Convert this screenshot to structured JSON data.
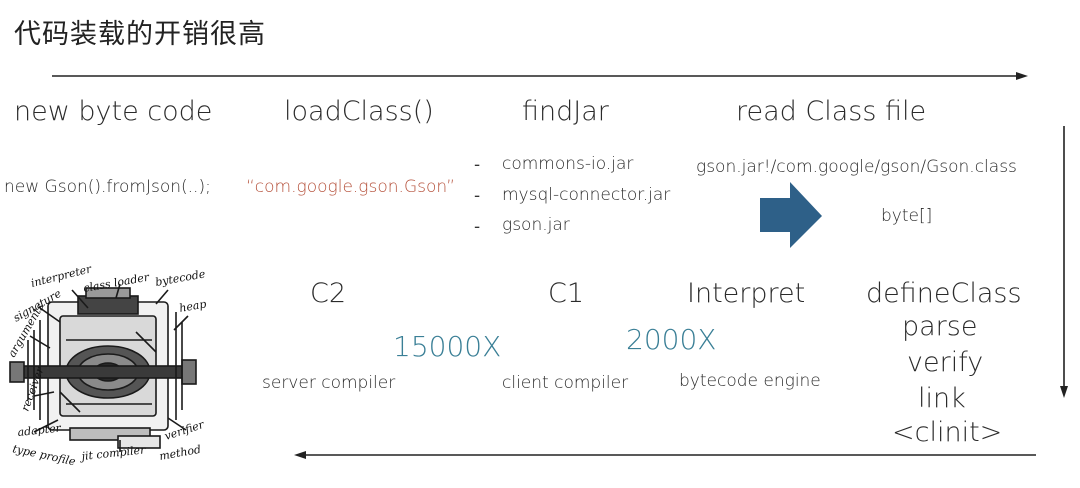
{
  "title": "代码装载的开销很高",
  "stages_top": {
    "new_byte_code": "new byte code",
    "load_class": "loadClass()",
    "find_jar": "findJar",
    "read_class_file": "read Class file"
  },
  "details_top": {
    "new_gson": "new Gson().fromJson(..);",
    "class_name": "“com.google.gson.Gson”",
    "jars": [
      "commons-io.jar",
      "mysql-connector.jar",
      "gson.jar"
    ],
    "class_path": "gson.jar!/com.google/gson/Gson.class",
    "bytes": "byte[]"
  },
  "stages_bottom": {
    "c2": "C2",
    "c1": "C1",
    "interpret": "Interpret",
    "define_class": "defineClass",
    "define_steps": [
      "parse",
      "verify",
      "link",
      "<clinit>"
    ]
  },
  "speeds": {
    "c2_speed": "15000X",
    "c1_speed": "2000X"
  },
  "compilers": {
    "server": "server compiler",
    "client": "client compiler",
    "engine": "bytecode engine"
  },
  "sketch_labels": [
    "interpreter",
    "class loader",
    "bytecode",
    "signature",
    "heap",
    "arguments",
    "receiver",
    "adapter",
    "verifier",
    "type profile",
    "jit compiler",
    "method"
  ],
  "colors": {
    "accent_arrow": "#2e6088",
    "string_literal": "#b5503a",
    "speed_text": "#3a7f96"
  }
}
